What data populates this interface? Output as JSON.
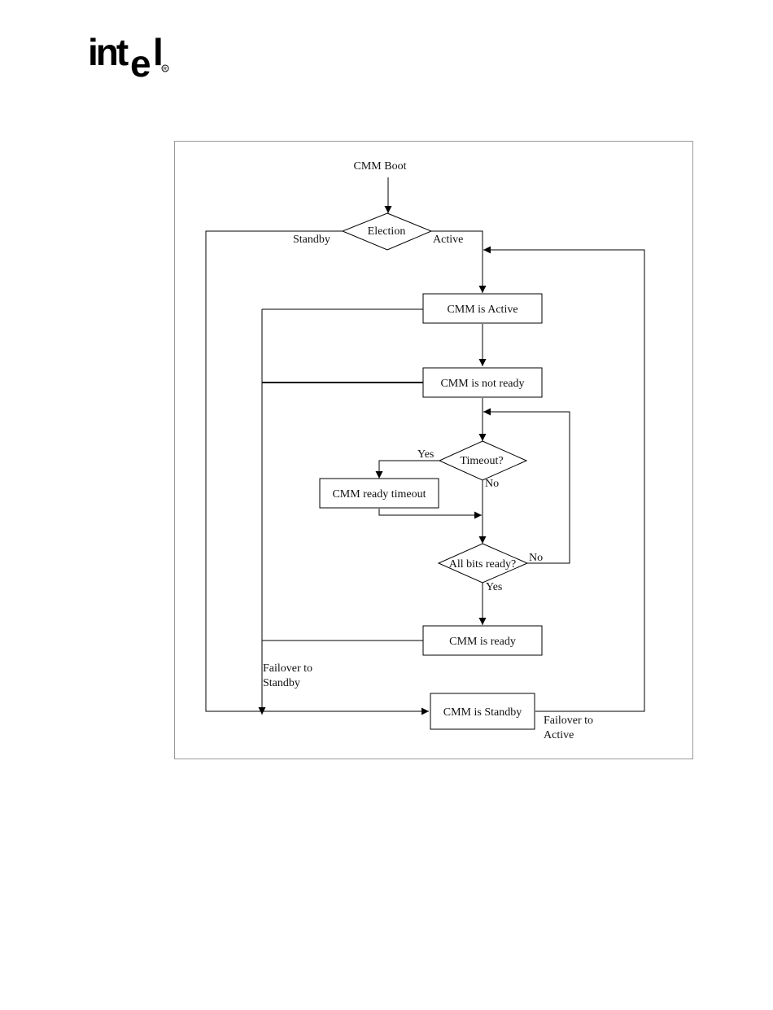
{
  "logo": {
    "wordmark": "intel",
    "registered_mark": "®"
  },
  "diagram": {
    "nodes": {
      "boot": "CMM Boot",
      "election": "Election",
      "active": "CMM is Active",
      "not_ready": "CMM is not ready",
      "timeout": "Timeout?",
      "ready_timeout": "CMM ready timeout",
      "all_bits": "All bits ready?",
      "ready": "CMM is ready",
      "standby": "CMM is Standby"
    },
    "edge_labels": {
      "standby": "Standby",
      "active": "Active",
      "yes_timeout": "Yes",
      "no_timeout": "No",
      "no_bits": "No",
      "yes_bits": "Yes",
      "failover_standby_1": "Failover to",
      "failover_standby_2": "Standby",
      "failover_active_1": "Failover to",
      "failover_active_2": "Active"
    }
  }
}
